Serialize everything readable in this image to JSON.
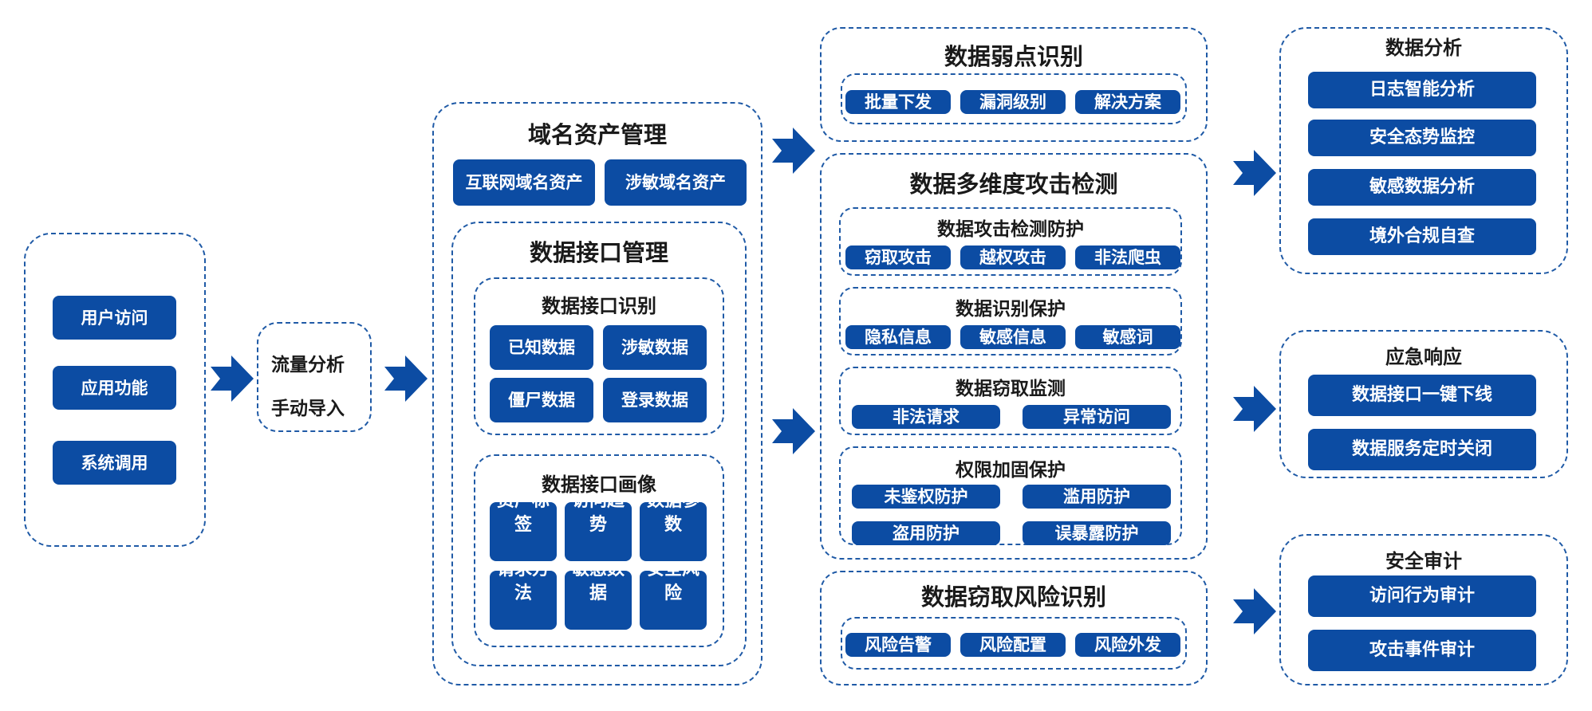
{
  "colors": {
    "accent": "#0c4ca3",
    "border": "#1f5aa6"
  },
  "sources": [
    "用户访问",
    "应用功能",
    "系统调用"
  ],
  "collect": [
    "流量分析",
    "手动导入"
  ],
  "domain_assets": {
    "title": "域名资产管理",
    "items": [
      "互联网域名资产",
      "涉敏域名资产"
    ]
  },
  "interface_mgmt": {
    "title": "数据接口管理",
    "identify": {
      "title": "数据接口识别",
      "items": [
        "已知数据",
        "涉敏数据",
        "僵尸数据",
        "登录数据"
      ]
    },
    "profile": {
      "title": "数据接口画像",
      "items": [
        "资产标签",
        "访问趋势",
        "数据参数",
        "请求方法",
        "敏感数据",
        "安全风险"
      ]
    }
  },
  "weakness": {
    "title": "数据弱点识别",
    "items": [
      "批量下发",
      "漏洞级别",
      "解决方案"
    ]
  },
  "attack_detect": {
    "title": "数据多维度攻击检测",
    "groups": [
      {
        "title": "数据攻击检测防护",
        "items": [
          "窃取攻击",
          "越权攻击",
          "非法爬虫"
        ]
      },
      {
        "title": "数据识别保护",
        "items": [
          "隐私信息",
          "敏感信息",
          "敏感词"
        ]
      },
      {
        "title": "数据窃取监测",
        "items": [
          "非法请求",
          "异常访问"
        ]
      },
      {
        "title": "权限加固保护",
        "items": [
          "未鉴权防护",
          "滥用防护",
          "盗用防护",
          "误暴露防护"
        ]
      }
    ]
  },
  "theft_risk": {
    "title": "数据窃取风险识别",
    "items": [
      "风险告警",
      "风险配置",
      "风险外发"
    ]
  },
  "analysis": {
    "title": "数据分析",
    "items": [
      "日志智能分析",
      "安全态势监控",
      "敏感数据分析",
      "境外合规自查"
    ]
  },
  "response": {
    "title": "应急响应",
    "items": [
      "数据接口一键下线",
      "数据服务定时关闭"
    ]
  },
  "audit": {
    "title": "安全审计",
    "items": [
      "访问行为审计",
      "攻击事件审计"
    ]
  }
}
